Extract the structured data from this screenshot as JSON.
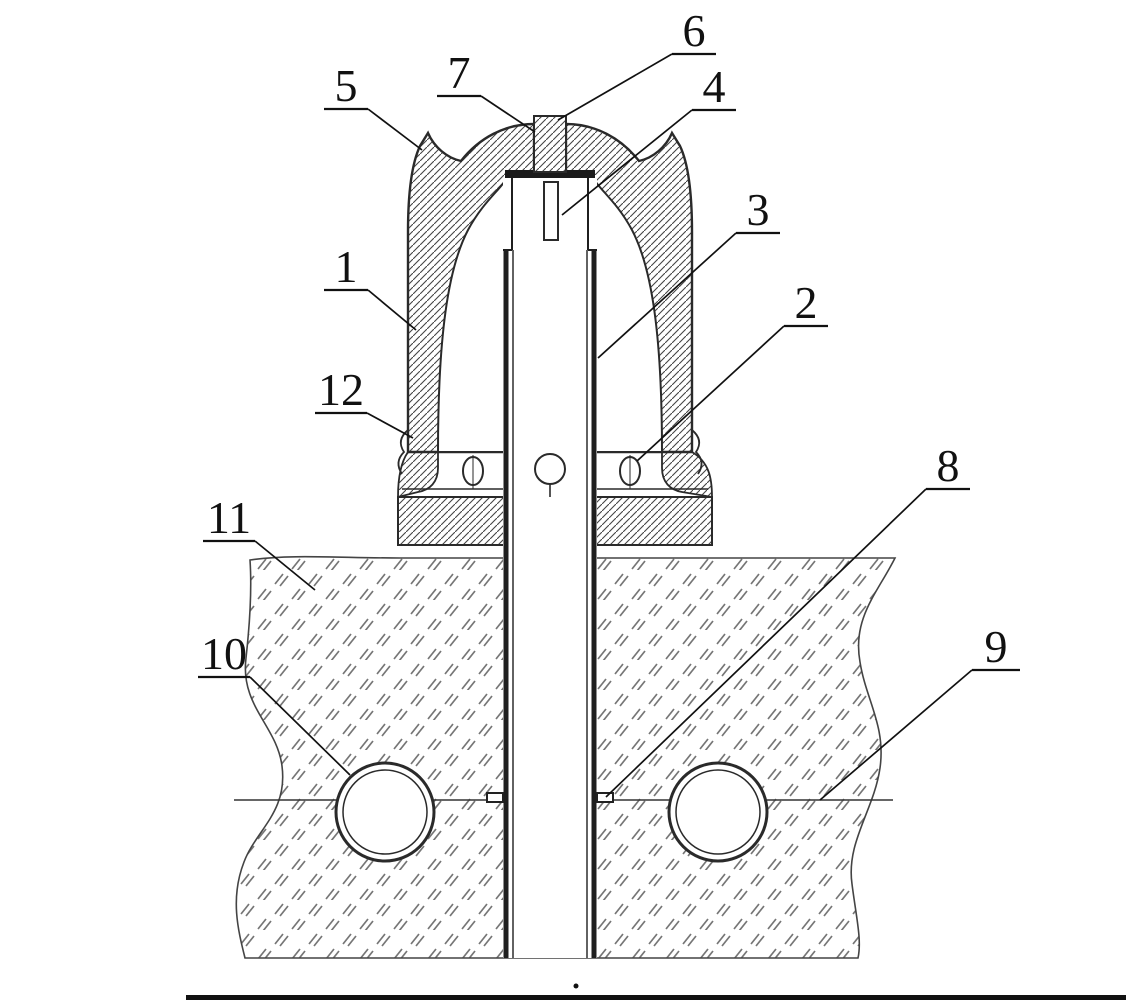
{
  "figure": {
    "type": "patent-cross-section-diagram",
    "labels": [
      "1",
      "2",
      "3",
      "4",
      "5",
      "6",
      "7",
      "8",
      "9",
      "10",
      "11",
      "12"
    ],
    "colors": {
      "line": "#2a2a2a",
      "metal_hatch": "#454545",
      "soil_mark": "#767676",
      "background": "#ffffff"
    }
  }
}
